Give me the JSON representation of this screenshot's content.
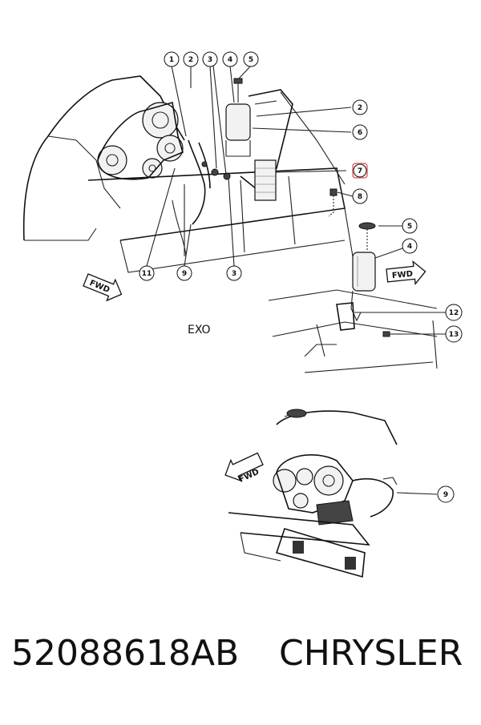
{
  "diagram": {
    "callouts_top": [
      "1",
      "2",
      "3",
      "4",
      "5"
    ],
    "callouts_right": [
      "2",
      "6",
      "7",
      "8"
    ],
    "callouts_bottom": [
      "11",
      "9",
      "3"
    ],
    "callouts_detail": [
      "5",
      "4",
      "12",
      "13"
    ],
    "callout_bottom_view": "9",
    "view_label": "EXO",
    "fwd_label": "FWD",
    "highlight_color": "#e05050"
  },
  "footer": {
    "part_number": "52088618AB",
    "brand": "CHRYSLER"
  }
}
